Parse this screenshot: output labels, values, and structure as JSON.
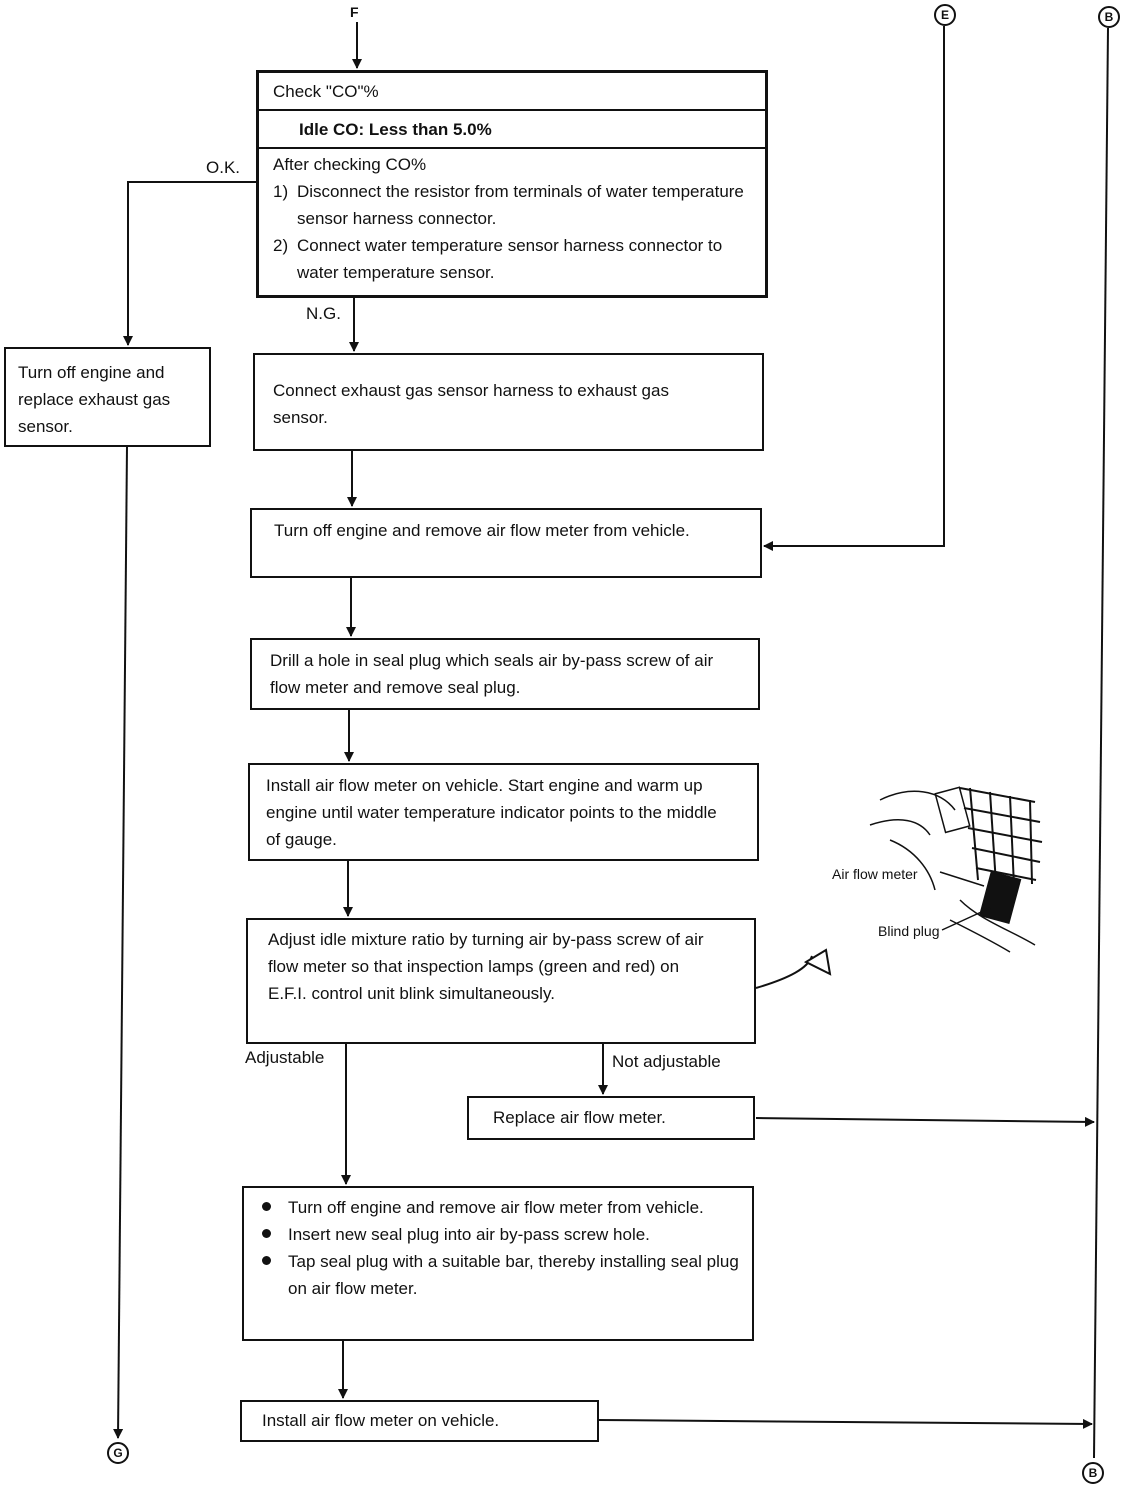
{
  "connectors": {
    "top_f": "F",
    "top_e": "E",
    "top_b": "B",
    "bottom_g": "G",
    "bottom_b": "B"
  },
  "check_co": {
    "title": "Check \"CO\"%",
    "spec": "Idle CO:  Less than 5.0%",
    "after_title": "After checking CO%",
    "steps": [
      {
        "num": "1)",
        "text": "Disconnect the resistor from terminals of water temperature sensor harness connector."
      },
      {
        "num": "2)",
        "text": "Connect water temperature sensor harness connector to water temperature sensor."
      }
    ]
  },
  "branch_labels": {
    "ok": "O.K.",
    "ng": "N.G.",
    "adjustable": "Adjustable",
    "not_adjustable": "Not adjustable"
  },
  "boxes": {
    "replace_sensor": "Turn off engine and replace exhaust gas sensor.",
    "connect_sensor": "Connect exhaust gas sensor harness to exhaust gas sensor.",
    "remove_afm": "Turn off engine and remove air flow meter from vehicle.",
    "drill_hole": "Drill a hole in seal plug which seals air by-pass screw of air flow meter and remove seal plug.",
    "install_warm": "Install air flow meter on vehicle. Start engine and warm up engine until water temperature indicator points to the middle of gauge.",
    "adjust": "Adjust idle mixture ratio by turning air by-pass screw of air flow meter so that inspection lamps (green and red) on E.F.I. control unit blink simultaneously.",
    "replace_afm": "Replace air flow meter.",
    "install_final": "Install air flow meter on vehicle."
  },
  "seal_steps": [
    "Turn off engine and remove air flow meter from vehicle.",
    "Insert new seal plug into air by-pass screw hole.",
    "Tap seal plug with a suitable bar, thereby installing seal plug on air flow meter."
  ],
  "illustration": {
    "label_meter": "Air flow meter",
    "label_plug": "Blind plug"
  }
}
